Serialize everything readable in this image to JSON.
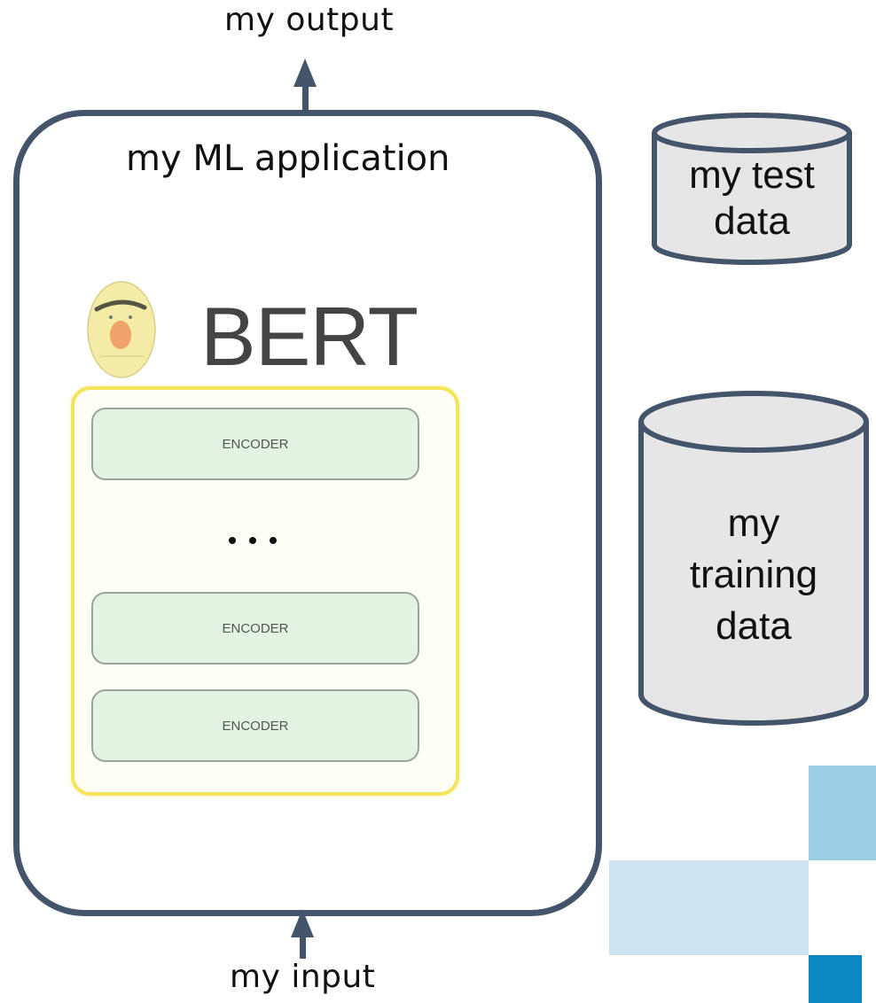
{
  "diagram": {
    "output_label": "my output",
    "input_label": "my input",
    "application": {
      "title": "my ML application",
      "model": {
        "name": "BERT",
        "stack": {
          "encoders": [
            "ENCODER",
            "ENCODER",
            "ENCODER"
          ],
          "ellipsis": "..."
        }
      }
    },
    "test_data": {
      "label": "my test data"
    },
    "training_data": {
      "label": "my training data"
    }
  },
  "colors": {
    "arrow": "#44546a",
    "box_border": "#44546a",
    "bert_stack_border": "#f5e35a",
    "encoder_fill": "#e2f4e1",
    "database_fill": "#e6e6e6",
    "deco_light": "#cce4f2",
    "deco_mid": "#9ccde5",
    "deco_dark": "#0a86c0"
  }
}
